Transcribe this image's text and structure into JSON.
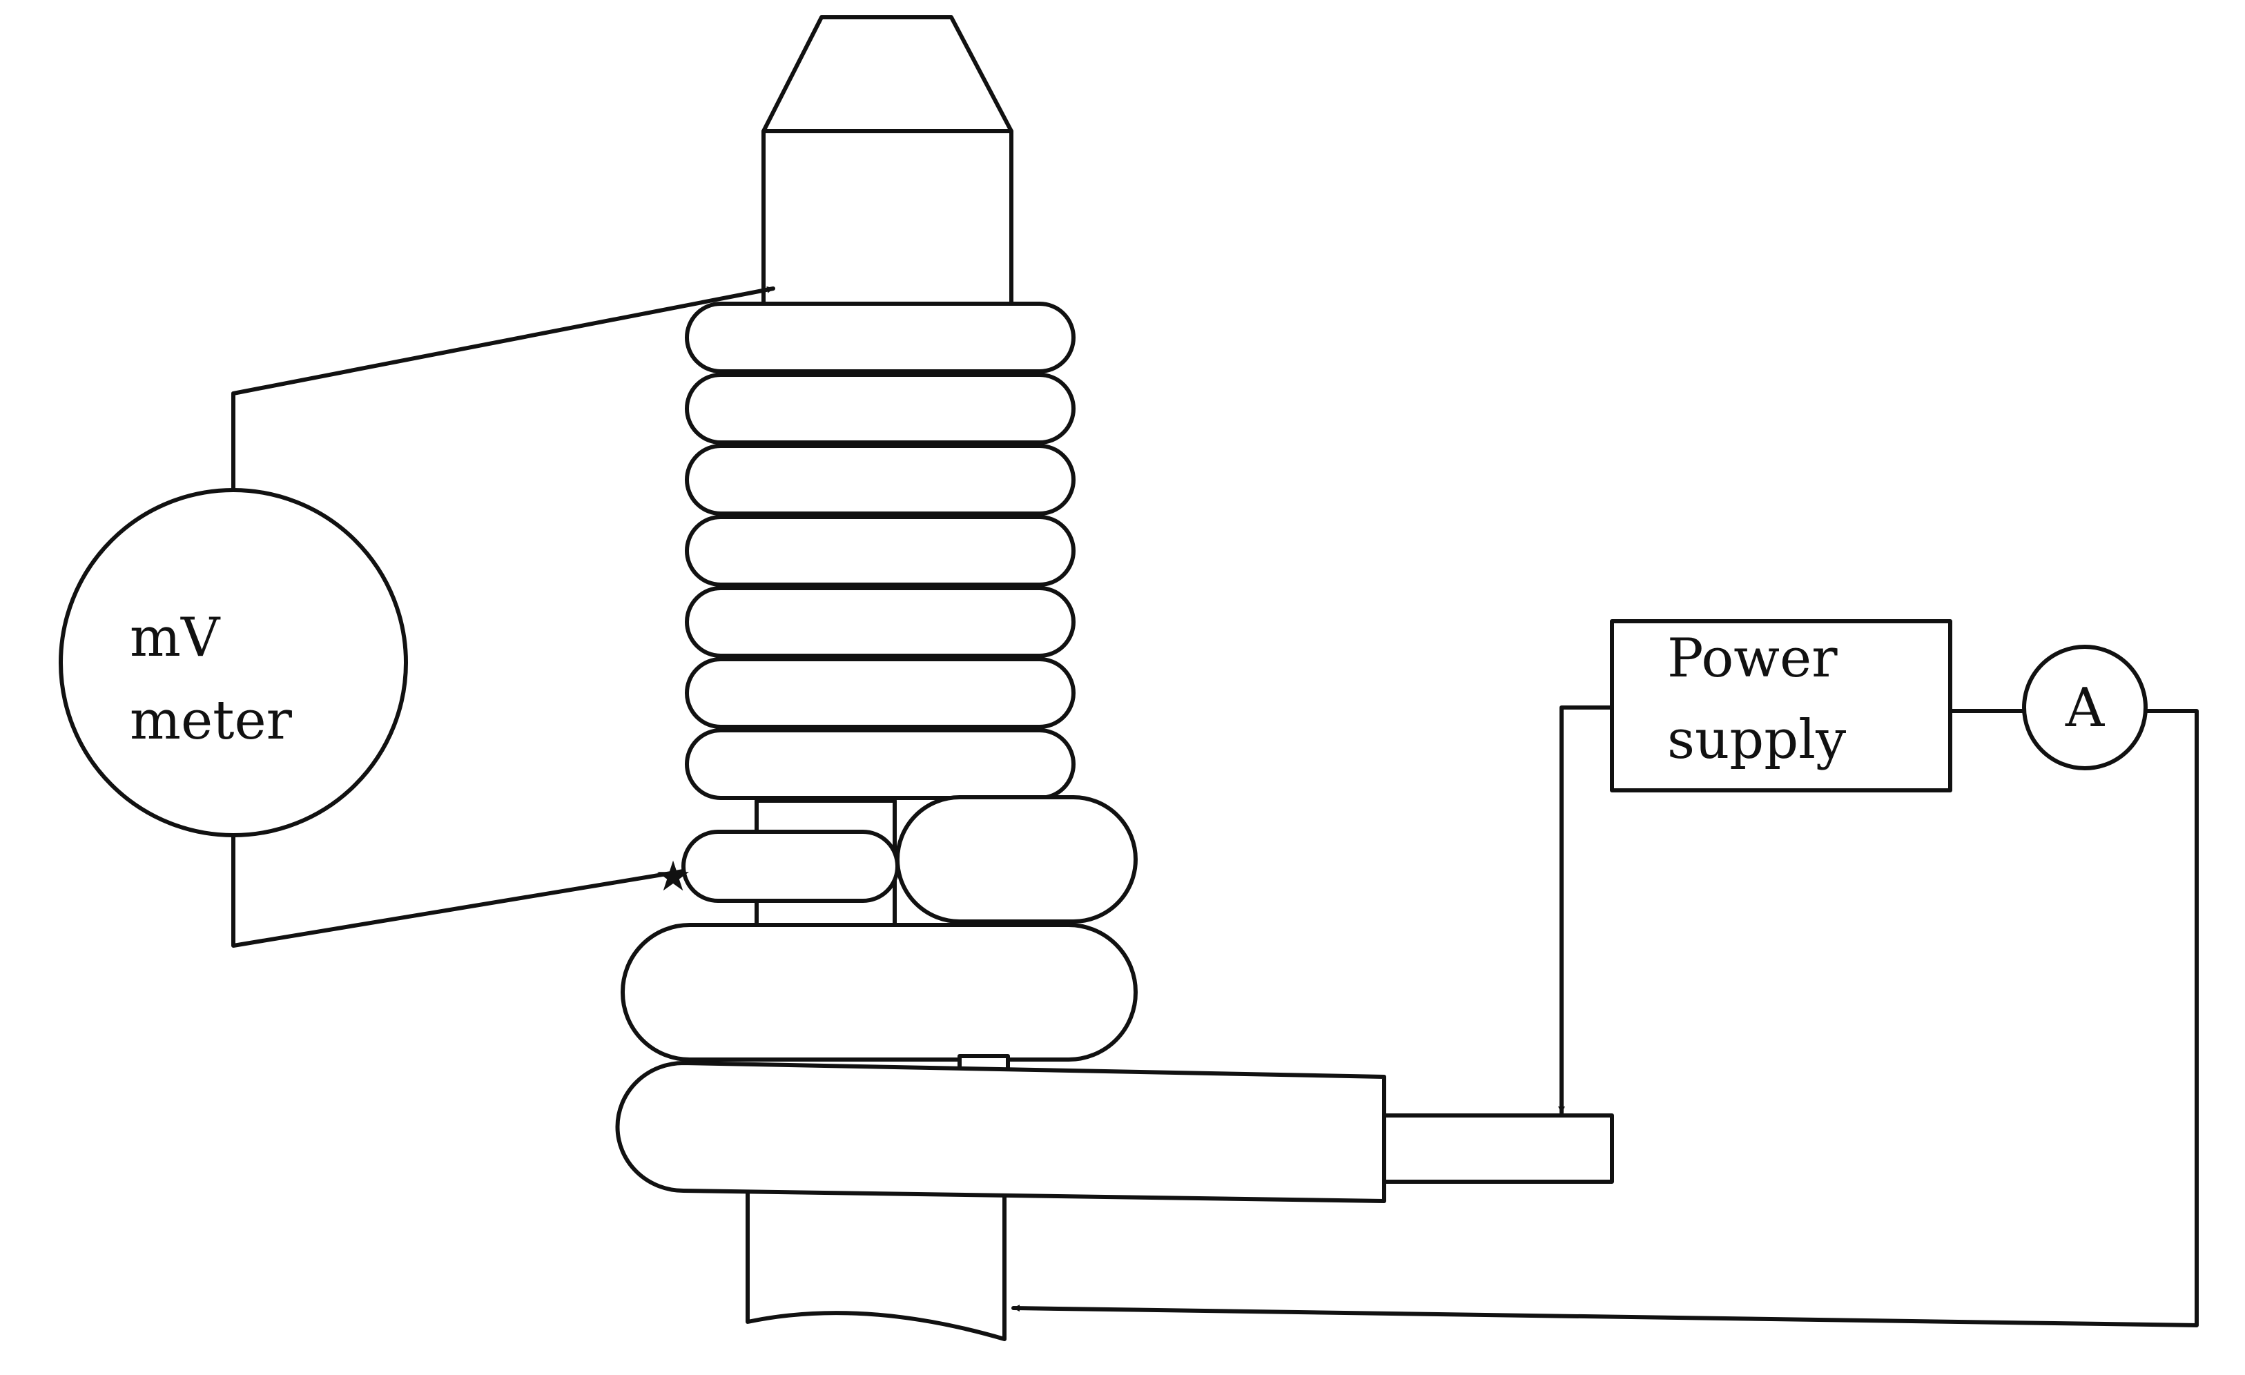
{
  "meter": {
    "line1": "mV",
    "line2": "meter"
  },
  "power_supply": {
    "line1": "Power",
    "line2": "supply"
  },
  "ammeter": {
    "symbol": "A"
  }
}
